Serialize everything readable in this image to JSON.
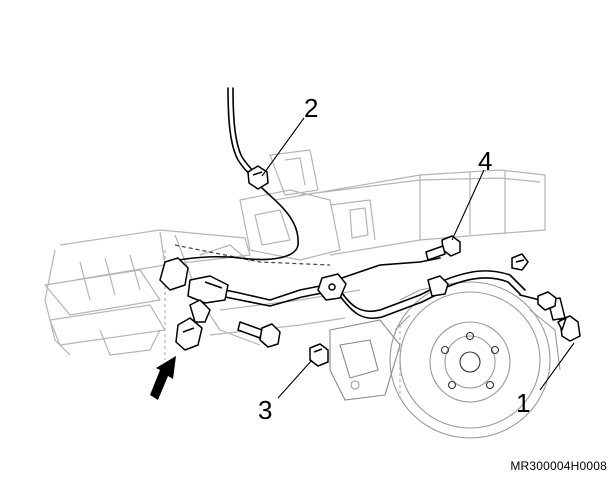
{
  "diagram": {
    "callouts": [
      {
        "id": "1",
        "label": "1"
      },
      {
        "id": "2",
        "label": "2"
      },
      {
        "id": "3",
        "label": "3"
      },
      {
        "id": "4",
        "label": "4"
      }
    ],
    "caption": "MR300004H0008",
    "colors": {
      "line": "#000000",
      "light_line": "#b8b8b8",
      "background": "#ffffff"
    },
    "icons": [
      "front-arrow-icon"
    ]
  }
}
